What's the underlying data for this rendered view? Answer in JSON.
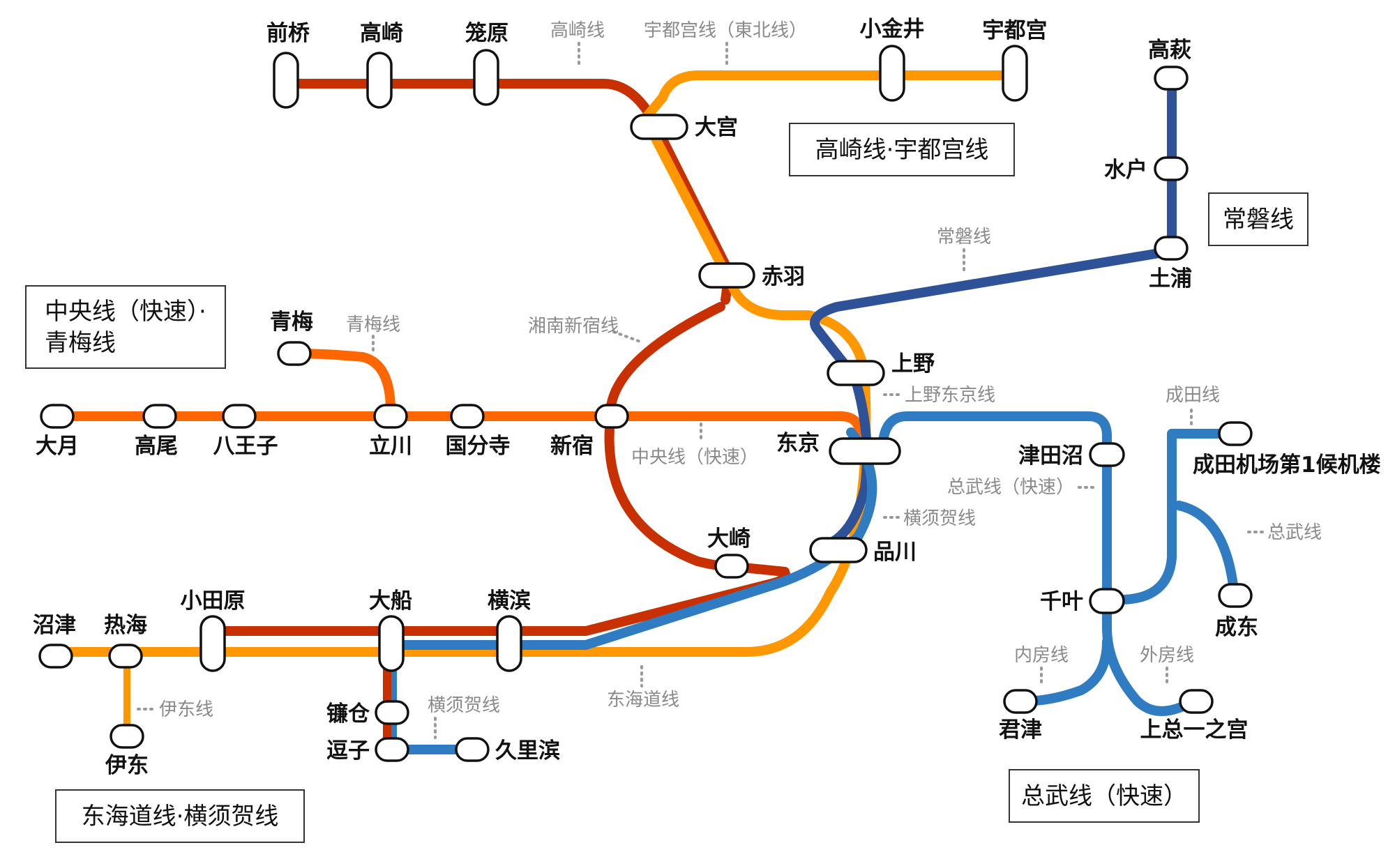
{
  "colors": {
    "takasaki": "#c93000",
    "utsunomiya": "#ff9800",
    "chuo": "#ff6600",
    "joban": "#2e5298",
    "sobu": "#2f7cc2",
    "text": "#111111",
    "line_label": "#8a8a8a"
  },
  "legend": {
    "takasaki_utsunomiya": "高崎线·宇都宫线",
    "joban": "常磐线",
    "chuo_line1": "中央线（快速）·",
    "chuo_line2": "青梅线",
    "tokaido": "东海道线·横须贺线",
    "sobu": "总武线（快速）"
  },
  "line_labels": {
    "takasaki": "高崎线",
    "utsunomiya": "宇都宫线（東北线）",
    "joban": "常磐线",
    "shonan": "湘南新宿线",
    "ome": "青梅线",
    "ueno_tokyo": "上野东京线",
    "chuo": "中央线（快速）",
    "yokosuka_main": "横须贺线",
    "sobu_rapid": "总武线（快速）",
    "narita": "成田线",
    "sobu": "总武线",
    "uchibo": "内房线",
    "sotobo": "外房线",
    "tokaido": "东海道线",
    "yokosuka_branch": "横须贺线",
    "ito": "伊东线"
  },
  "stations": {
    "maebashi": "前桥",
    "takasaki": "高崎",
    "kagohara": "笼原",
    "koganei": "小金井",
    "utsunomiya": "宇都宫",
    "omiya": "大宫",
    "akabane": "赤羽",
    "takahagi": "高萩",
    "mito": "水户",
    "tsuchiura": "土浦",
    "ome": "青梅",
    "otsuki": "大月",
    "takao": "高尾",
    "hachioji": "八王子",
    "tachikawa": "立川",
    "kokubunji": "国分寺",
    "shinjuku": "新宿",
    "ueno": "上野",
    "tokyo": "东京",
    "osaki": "大崎",
    "shinagawa": "品川",
    "tsudanuma": "津田沼",
    "narita_airport": "成田机场第1候机楼",
    "chiba": "千叶",
    "naruto": "成东",
    "kimitsu": "君津",
    "kazusa_ichinomiya": "上总一之宫",
    "numazu": "沼津",
    "atami": "热海",
    "odawara": "小田原",
    "ofuna": "大船",
    "yokohama": "横滨",
    "kamakura": "镰仓",
    "zushi": "逗子",
    "kurihama": "久里滨",
    "ito": "伊东"
  }
}
